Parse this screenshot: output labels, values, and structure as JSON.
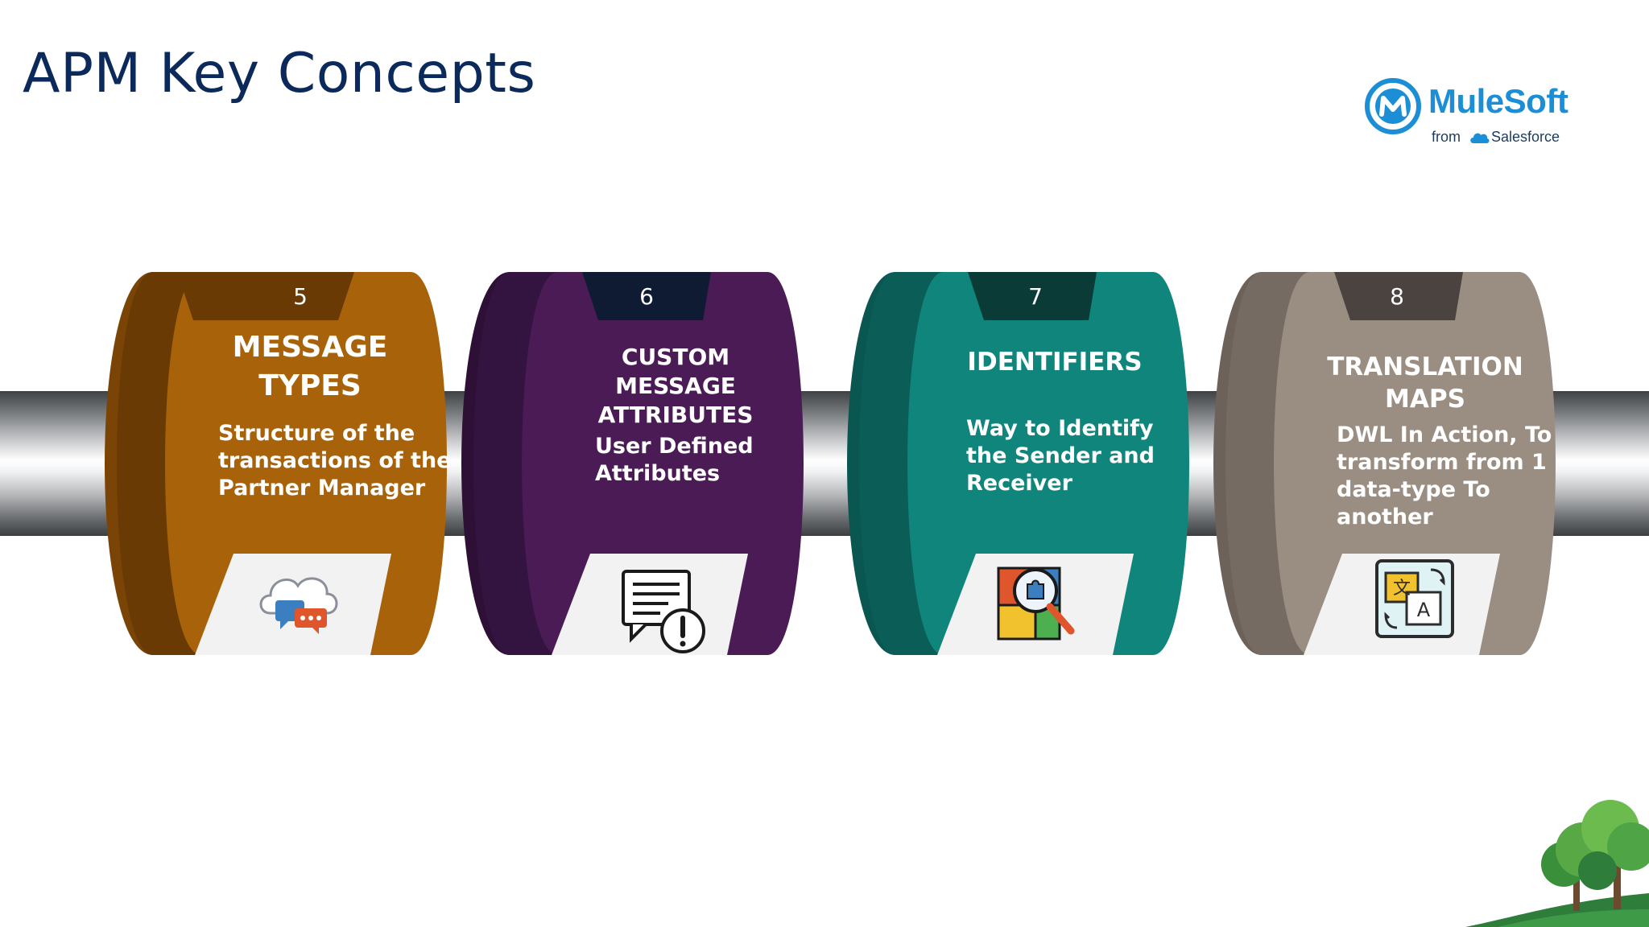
{
  "title": "APM Key Concepts",
  "logo": {
    "brand": "MuleSoft",
    "from": "from",
    "salesforce": "Salesforce",
    "brand_color": "#1b8ed6"
  },
  "concepts": [
    {
      "number": "5",
      "title": "MESSAGE\nTYPES",
      "description": "Structure of the\ntransactions of the\nPartner Manager",
      "color": "#a8620a",
      "icon": "message-cloud-icon"
    },
    {
      "number": "6",
      "title": "CUSTOM MESSAGE\nATTRIBUTES",
      "description": "User Defined\nAttributes",
      "color": "#4a1b55",
      "icon": "document-alert-icon"
    },
    {
      "number": "7",
      "title": "IDENTIFIERS",
      "description": "Way to Identify\nthe Sender and\nReceiver",
      "color": "#0f857c",
      "icon": "puzzle-search-icon"
    },
    {
      "number": "8",
      "title": "TRANSLATION\nMAPS",
      "description": "DWL In Action, To\ntransform from 1\ndata-type To\nanother",
      "color": "#9a8d82",
      "icon": "translate-icon"
    }
  ]
}
